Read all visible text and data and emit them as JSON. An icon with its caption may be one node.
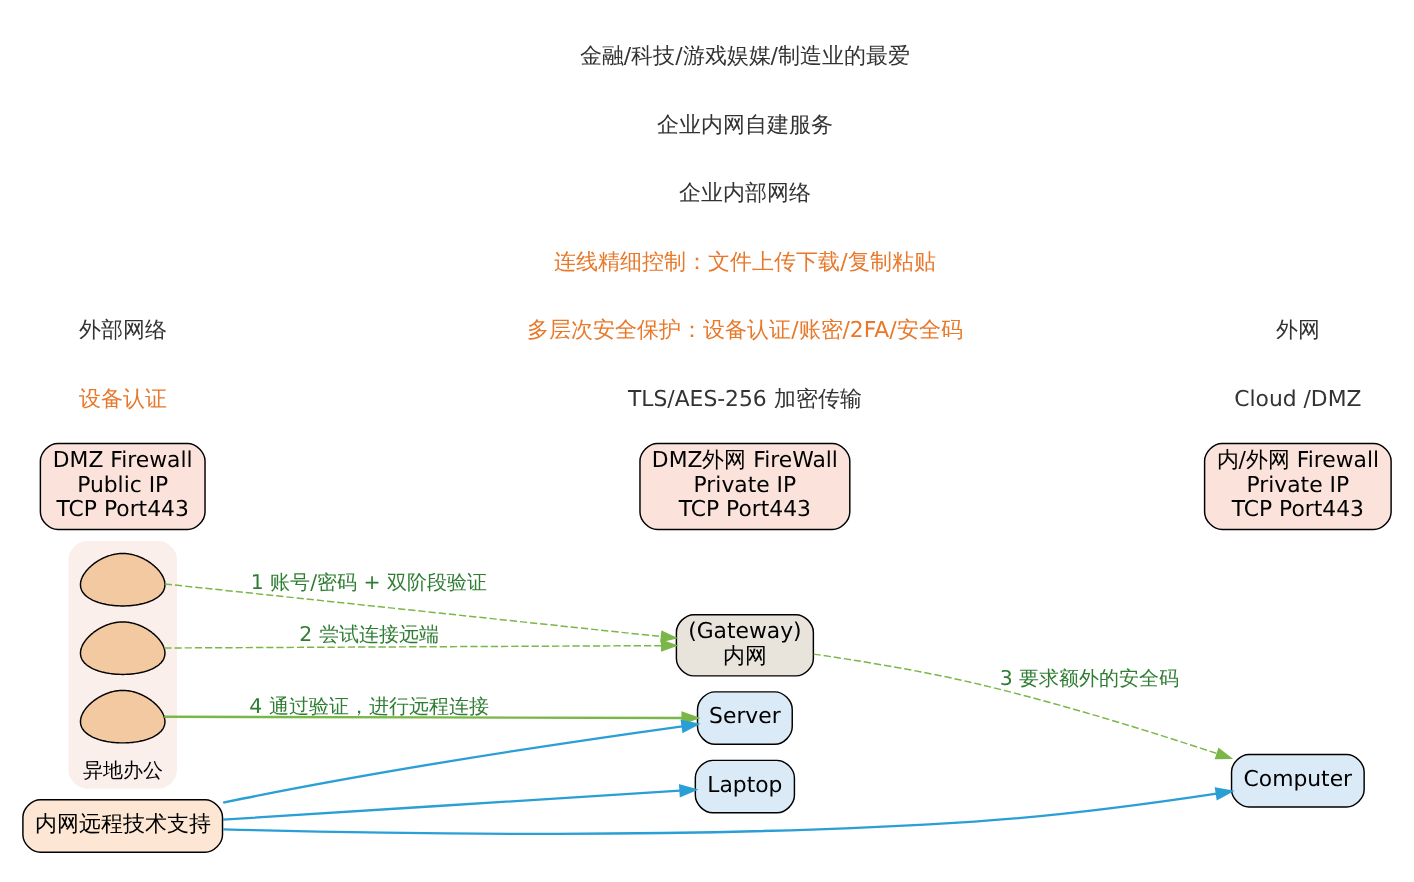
{
  "diagram": {
    "nodes": [
      {
        "text": [
          "异地办公"
        ]
      },
      {
        "text": [],
        "shape": "person",
        "in": 0
      },
      {
        "text": [],
        "shape": "person",
        "in": 0
      },
      {
        "text": [],
        "shape": "person",
        "in": 0
      },
      {
        "text": [
          "DMZ Firewall",
          "Public IP",
          "TCP Port443"
        ]
      },
      {
        "text": [
          "DMZ外网 FireWall",
          "Private IP",
          "TCP Port443"
        ]
      },
      {
        "text": [
          "内/外网 Firewall",
          "Private IP",
          "TCP Port443"
        ]
      },
      {
        "text": [
          "(Gateway)",
          "内网"
        ]
      },
      {
        "text": [
          "内网远程技术支持"
        ]
      },
      {
        "text": [
          "Laptop"
        ]
      },
      {
        "text": [
          "Computer"
        ]
      },
      {
        "text": [
          "Server"
        ]
      }
    ],
    "edges": [
      {
        "from": 1,
        "to": 7,
        "arrow": "to",
        "style": "dashed",
        "label": "1 账号/密码 + 双阶段验证"
      },
      {
        "from": 2,
        "to": 7,
        "arrow": "to",
        "style": "dashed",
        "label": "2 尝试连接远端"
      },
      {
        "from": 7,
        "to": 10,
        "arrow": "to",
        "style": "dashed",
        "label": "3 要求额外的安全码"
      },
      {
        "from": 3,
        "to": 11,
        "arrow": "to",
        "label": "4 通过验证，进行远程连接"
      },
      {
        "from": 8,
        "to": 9,
        "arrow": "to",
        "color": "#2a9fd6"
      },
      {
        "from": 8,
        "to": 10,
        "arrow": "to",
        "color": "#2a9fd6"
      },
      {
        "from": 8,
        "to": 11,
        "arrow": "to",
        "color": "#2a9fd6"
      }
    ],
    "labels": [
      "设备认证",
      "TLS/AES-256 加密传输",
      "多层次安全保护：设备认证/账密/2FA/安全码",
      "连线精细控制：文件上传下载/复制粘贴",
      "外部网络",
      "Cloud /DMZ",
      "外网",
      "企业内部网络",
      "企业内网自建服务",
      "金融/科技/游戏娱媒/制造业的最爱"
    ]
  }
}
